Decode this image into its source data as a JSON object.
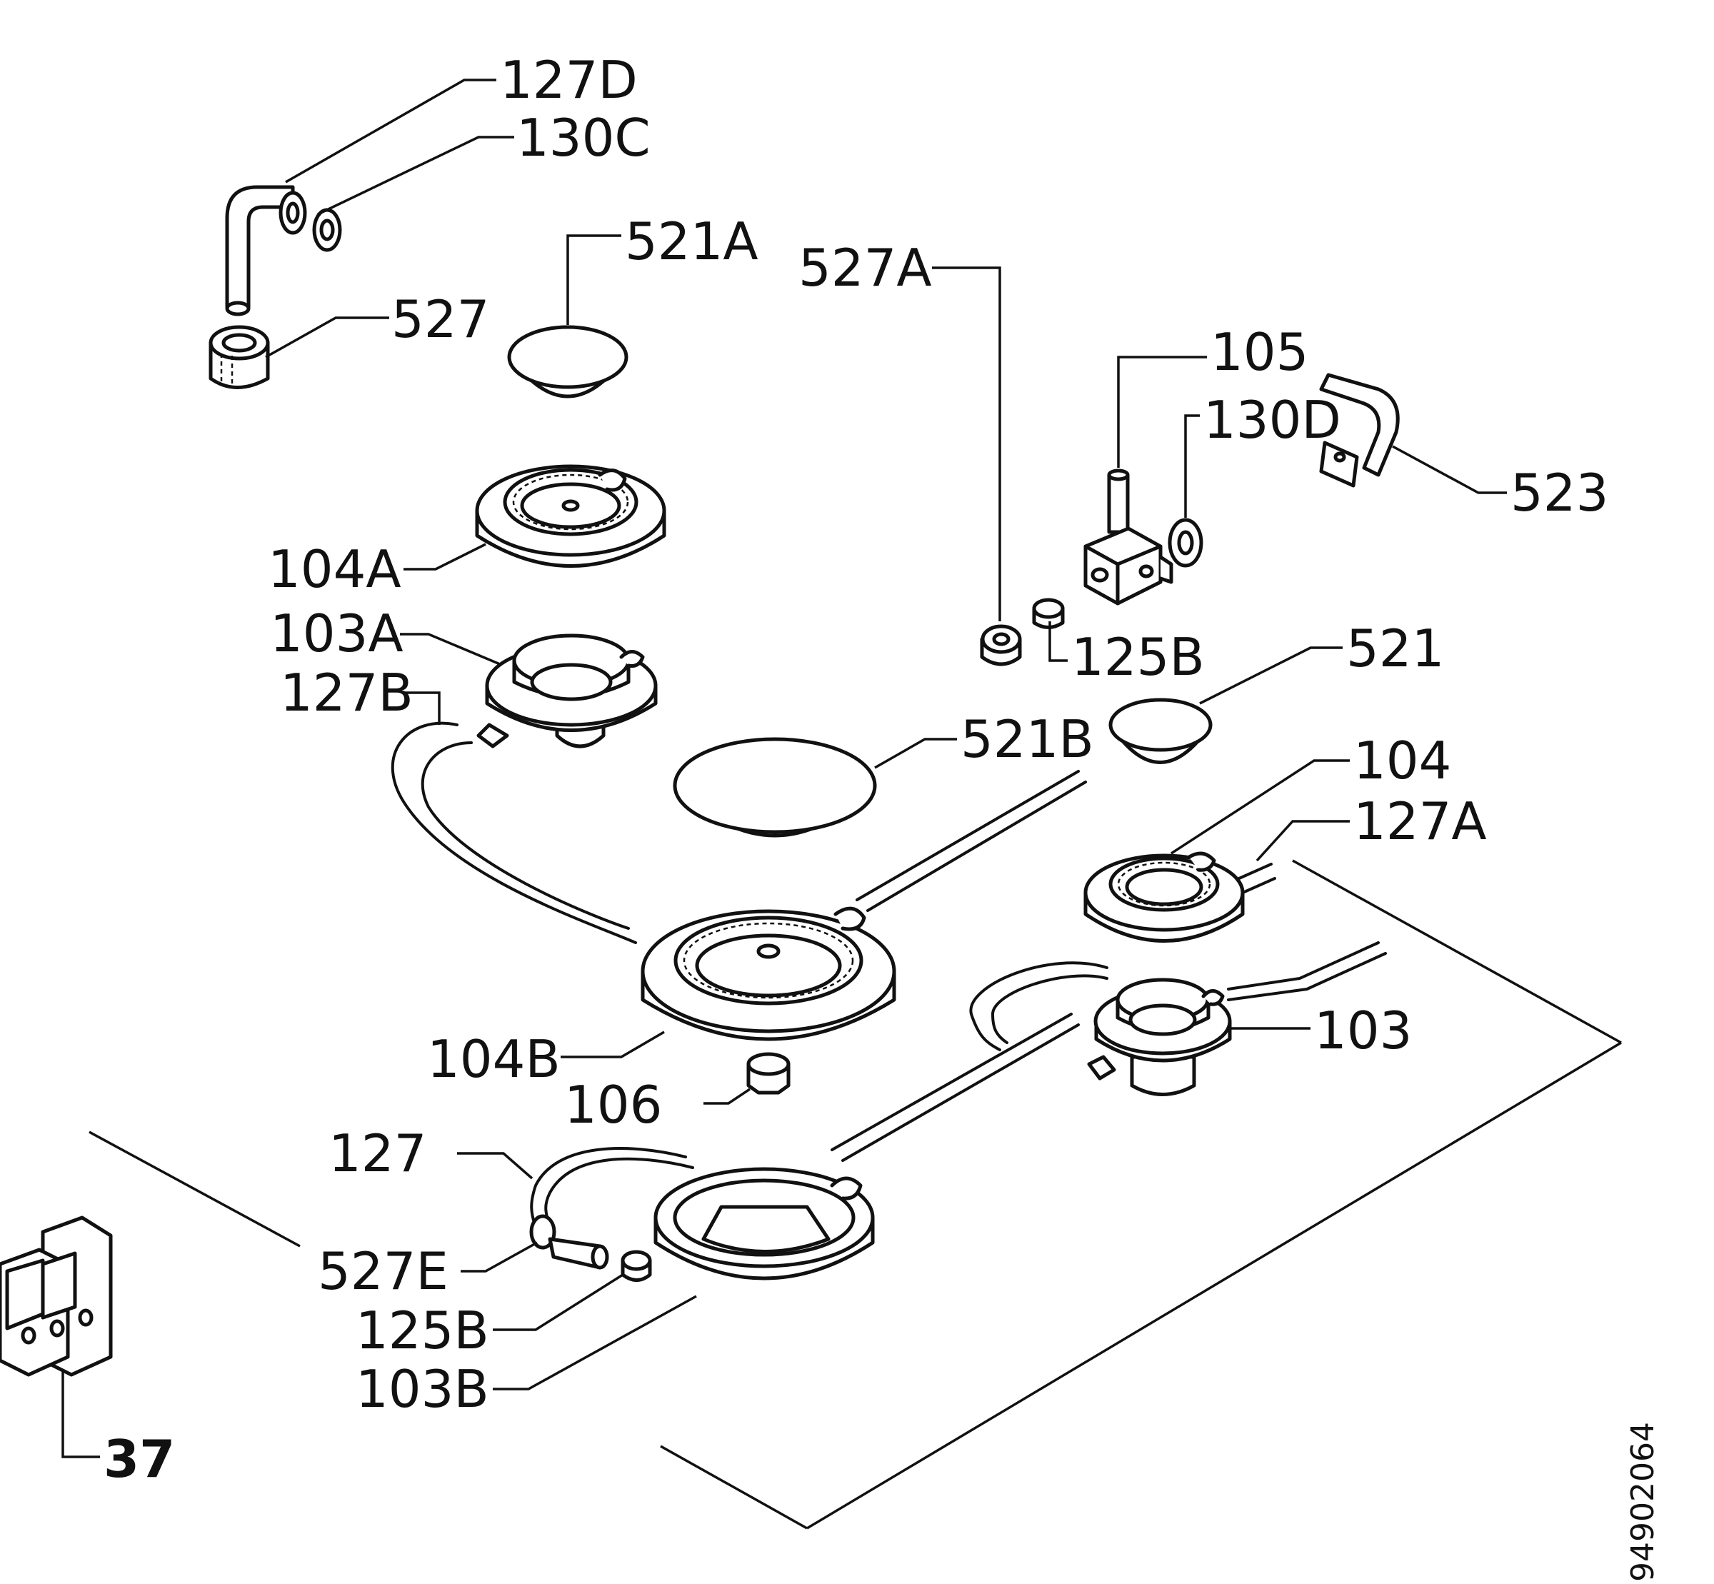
{
  "labels": {
    "l127D": "127D",
    "l130C": "130C",
    "l521A": "521A",
    "l527A": "527A",
    "l527": "527",
    "l105": "105",
    "l130D": "130D",
    "l523": "523",
    "l104A": "104A",
    "l103A": "103A",
    "l127B": "127B",
    "l125B_top": "125B",
    "l521": "521",
    "l521B": "521B",
    "l104": "104",
    "l127A": "127A",
    "l103": "103",
    "l104B": "104B",
    "l106": "106",
    "l127": "127",
    "l527E": "527E",
    "l125B_bottom": "125B",
    "l103B": "103B",
    "l37": "37"
  },
  "document_number": "94902064"
}
